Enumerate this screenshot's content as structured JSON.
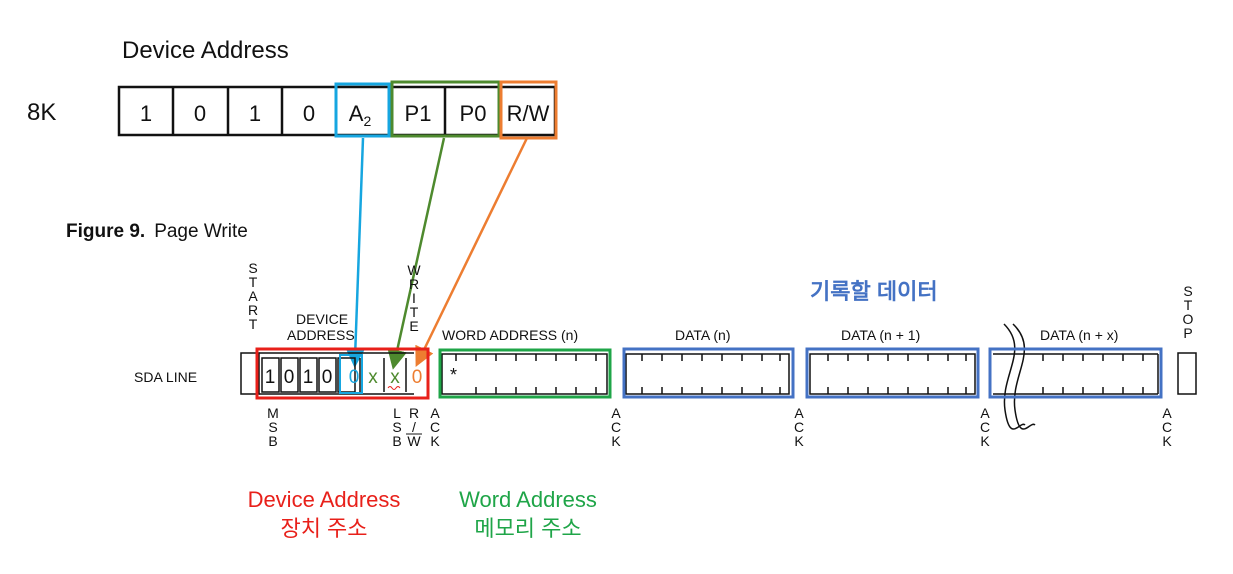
{
  "top": {
    "title": "Device Address",
    "row_label": "8K",
    "bits": [
      "1",
      "0",
      "1",
      "0",
      "A",
      "P1",
      "P0",
      "R/W"
    ],
    "a2_subscript": "2"
  },
  "figure": {
    "label": "Figure 9.",
    "title": "Page Write"
  },
  "timing": {
    "sda_label": "SDA LINE",
    "start_letters": [
      "S",
      "T",
      "A",
      "R",
      "T"
    ],
    "stop_letters": [
      "S",
      "T",
      "O",
      "P"
    ],
    "write_letters": [
      "W",
      "R",
      "I",
      "T",
      "E"
    ],
    "device_label_1": "DEVICE",
    "device_label_2": "ADDRESS",
    "word_address_label": "WORD ADDRESS (n)",
    "data_labels": [
      "DATA (n)",
      "DATA (n + 1)",
      "DATA (n + x)"
    ],
    "device_bits": [
      "1",
      "0",
      "1",
      "0",
      "0",
      "x",
      "x",
      "0"
    ],
    "star": "*",
    "msb_letters": [
      "M",
      "S",
      "B"
    ],
    "lsb_letters": [
      "L",
      "S",
      "B"
    ],
    "rw_letters": [
      "R",
      "/",
      "W"
    ],
    "ack_letters": [
      "A",
      "C",
      "K"
    ]
  },
  "annotations": {
    "data_to_write": "기록할 데이터",
    "device_address_en": "Device Address",
    "device_address_ko": "장치 주소",
    "word_address_en": "Word Address",
    "word_address_ko": "메모리 주소"
  },
  "colors": {
    "red": "#e8201a",
    "green": "#1fa548",
    "blue": "#4472c4",
    "cyan": "#16a6e0",
    "dark_green": "#4e8a2e",
    "orange": "#ed7d31"
  }
}
